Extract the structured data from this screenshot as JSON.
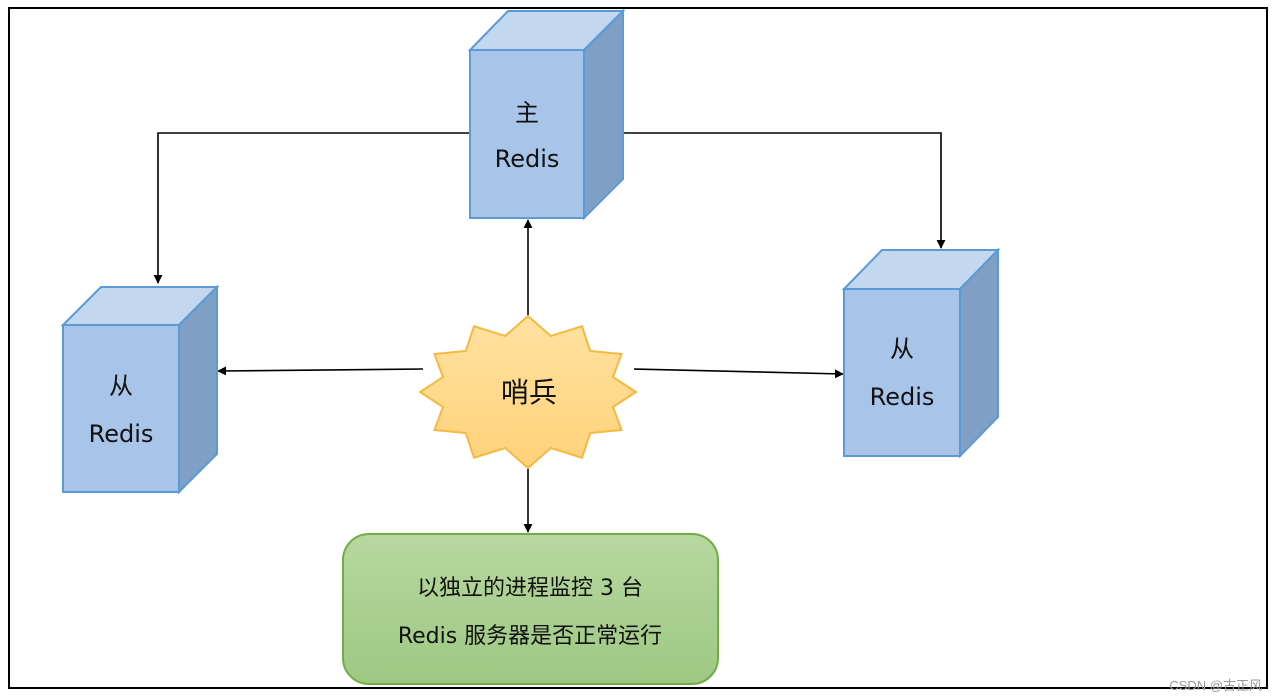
{
  "master": {
    "line1": "主",
    "line2": "Redis"
  },
  "slave_left": {
    "line1": "从",
    "line2": "Redis"
  },
  "slave_right": {
    "line1": "从",
    "line2": "Redis"
  },
  "sentinel": {
    "label": "哨兵"
  },
  "note": {
    "line1": "以独立的进程监控 3 台",
    "line2": "Redis 服务器是否正常运行"
  },
  "watermark": "CSDN @古正风",
  "colors": {
    "cube_front": "#a8c4e8",
    "cube_top": "#c3d7ef",
    "cube_side": "#7f9fc4",
    "cube_stroke": "#5b9bd5",
    "sentinel_fill": "#ffd98c",
    "sentinel_stroke": "#f5b942",
    "note_fill": "#a9d08e",
    "note_stroke": "#70ad47",
    "frame": "#000000",
    "arrow": "#000000"
  }
}
